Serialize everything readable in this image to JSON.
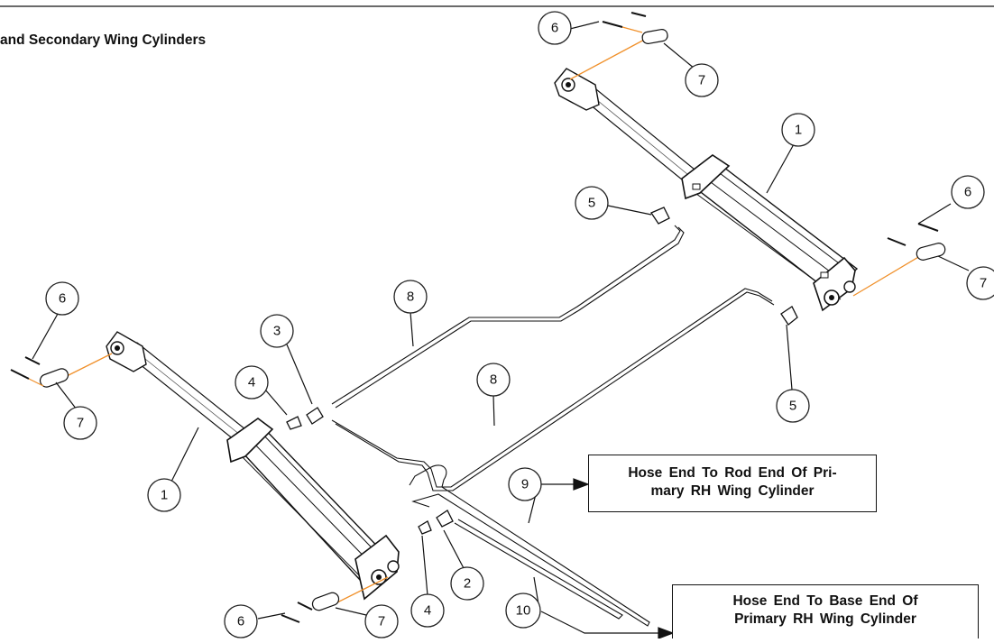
{
  "diagram": {
    "title": "and  Secondary  Wing  Cylinders",
    "notes": {
      "rod_end": {
        "line1": "Hose  End  To  Rod  End  Of  Pri-",
        "line2": "mary  RH  Wing  Cylinder"
      },
      "base_end": {
        "line1": "Hose  End  To  Base  End  Of",
        "line2": "Primary  RH  Wing  Cylinder"
      }
    },
    "callouts": {
      "c1a": "6",
      "c1b": "7",
      "c1c": "1",
      "c1d": "6",
      "c1e": "7",
      "c2a": "5",
      "c2b": "5",
      "c3a": "8",
      "c3b": "8",
      "c4a": "3",
      "c4b": "4",
      "c4c": "4",
      "c4d": "2",
      "c5a": "6",
      "c5b": "7",
      "c5c": "1",
      "c6a": "9",
      "c6b": "10",
      "c7a": "6",
      "c7b": "7"
    },
    "colors": {
      "pin_line": "#f0902a",
      "outline": "#111111"
    }
  }
}
